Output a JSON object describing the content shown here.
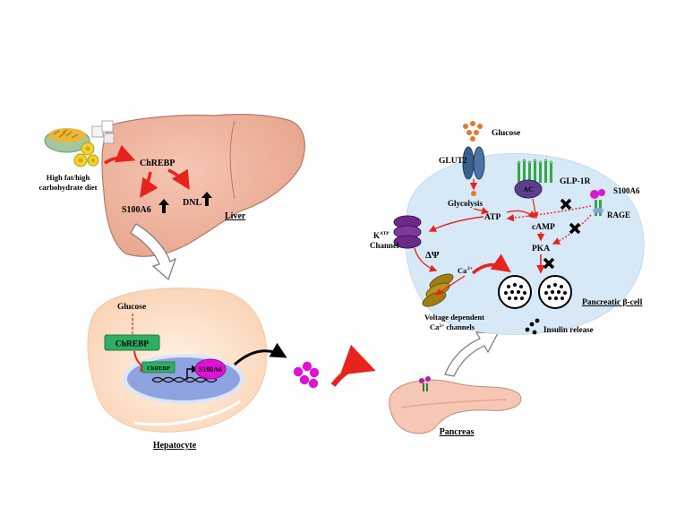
{
  "labels": {
    "diet_line1": "High fat/high",
    "diet_line2": "carbohydrate diet",
    "chrebp_liver": "ChREBP",
    "s100a6_liver": "S100A6",
    "dnl": "DNL",
    "liver": "Liver",
    "glucose_hepatocyte": "Glucose",
    "chrebp_box": "ChREBP",
    "chrebp_small": "ChREBP",
    "s100a6_oval": "S100A6",
    "hepatocyte": "Hepatocyte",
    "pancreas": "Pancreas",
    "glucose_beta": "Glucose",
    "glut2": "GLUT2",
    "glp1r": "GLP-1R",
    "ac": "AC",
    "s100a6_beta": "S100A6",
    "rage": "RAGE",
    "glycolysis": "Glycolysis",
    "atp": "ATP",
    "camp": "cAMP",
    "pka": "PKA",
    "katp_k": "K",
    "katp_sup": "ATP",
    "katp_channel": "Channel",
    "delta_psi": "ΔΨ",
    "ca_ion": "Ca",
    "ca_sup": "2+",
    "vdcc_line1": "Voltage dependent",
    "vdcc_line2_ca": "Ca",
    "vdcc_line2_sup": "2+",
    "vdcc_line2_rest": " channels",
    "beta_cell": "Pancreatic β-cell",
    "insulin_release": "Insulin release"
  },
  "colors": {
    "liver": "#f2b8a3",
    "liver_outline": "#8c5a4a",
    "red_arrow": "#e8231c",
    "hepatocyte_outer": "#fde3cf",
    "hepatocyte_inner": "#d3e2f5",
    "nucleus": "#8fa2e0",
    "chrebp_green": "#2eae63",
    "s100a6_magenta": "#e012d6",
    "beta_cell": "#d7e8f7",
    "glut2": "#3a5f8c",
    "glp1r_green": "#35a845",
    "ac_purple": "#5b3f8e",
    "katp_purple": "#6b2a88",
    "vdcc_olive": "#a07e14",
    "pancreas": "#f5c7b4"
  },
  "icons": [
    "food-bowl-icon",
    "sugar-cubes-icon",
    "lemon-slices-icon",
    "up-arrow-icon",
    "block-x-icon",
    "insulin-granule-icon"
  ]
}
